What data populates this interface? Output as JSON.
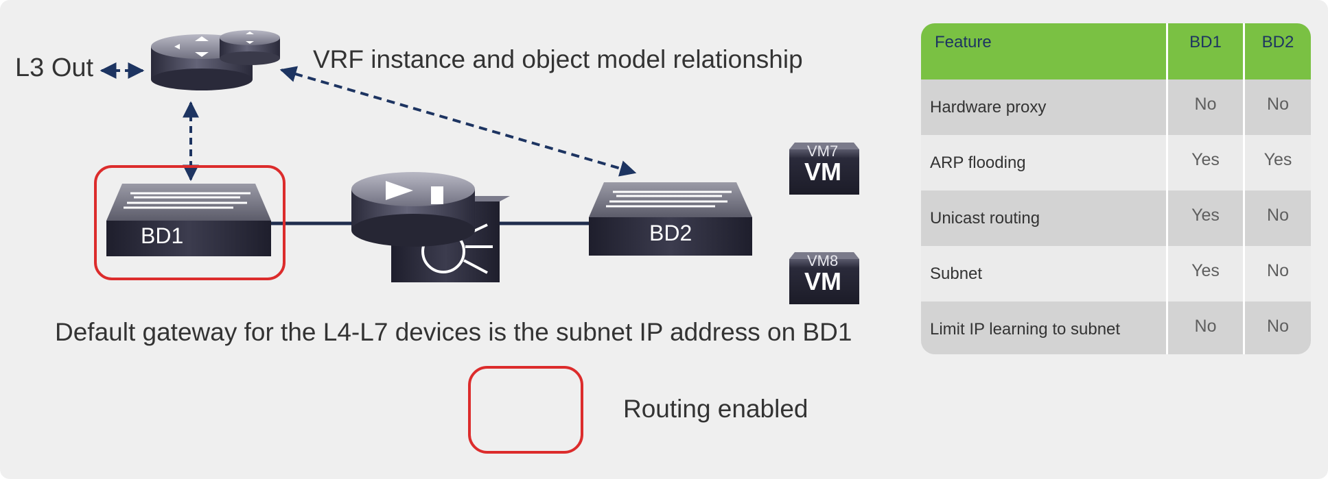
{
  "diagram": {
    "l3_out_label": "L3 Out",
    "vrf_label": "VRF instance and object model relationship",
    "bd1_label": "BD1",
    "bd2_label": "BD2",
    "vm7": {
      "name": "VM7",
      "text": "VM"
    },
    "vm8": {
      "name": "VM8",
      "text": "VM"
    },
    "gateway_note": "Default gateway for the L4-L7 devices is the subnet IP address on BD1",
    "legend_label": "Routing enabled"
  },
  "colors": {
    "routing_highlight": "#dc2c2c",
    "table_header": "#7ac143",
    "arrow_navy": "#1d3461",
    "link_navy": "#1f2d4d"
  },
  "icons": [
    "router-icon",
    "switch-icon",
    "load-balancer-icon",
    "vm-icon"
  ],
  "table": {
    "headers": [
      "Feature",
      "BD1",
      "BD2"
    ],
    "rows": [
      {
        "feature": "Hardware proxy",
        "bd1": "No",
        "bd2": "No"
      },
      {
        "feature": "ARP flooding",
        "bd1": "Yes",
        "bd2": "Yes"
      },
      {
        "feature": "Unicast routing",
        "bd1": "Yes",
        "bd2": "No"
      },
      {
        "feature": "Subnet",
        "bd1": "Yes",
        "bd2": "No"
      },
      {
        "feature": "Limit IP learning to subnet",
        "bd1": "No",
        "bd2": "No"
      }
    ]
  }
}
